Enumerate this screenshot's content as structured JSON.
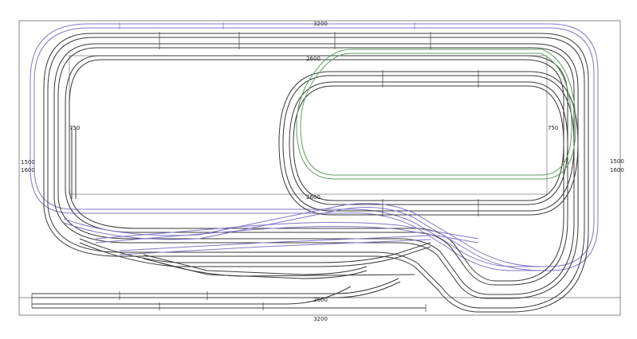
{
  "layout": {
    "top_width": "3200",
    "bottom_width": "3200",
    "left_depth_a": "1500",
    "left_depth_b": "1600",
    "right_depth_a": "1500",
    "right_depth_b": "1600",
    "inner_width_top": "2600",
    "inner_width_mid": "2600",
    "inner_width_bottom": "2600",
    "inner_depth_left": "750",
    "inner_depth_right": "750"
  },
  "colors": {
    "black_track": "#3a3a3a",
    "blue_track": "#7d78c9",
    "green_track": "#5f9e62",
    "frame": "#666666"
  }
}
